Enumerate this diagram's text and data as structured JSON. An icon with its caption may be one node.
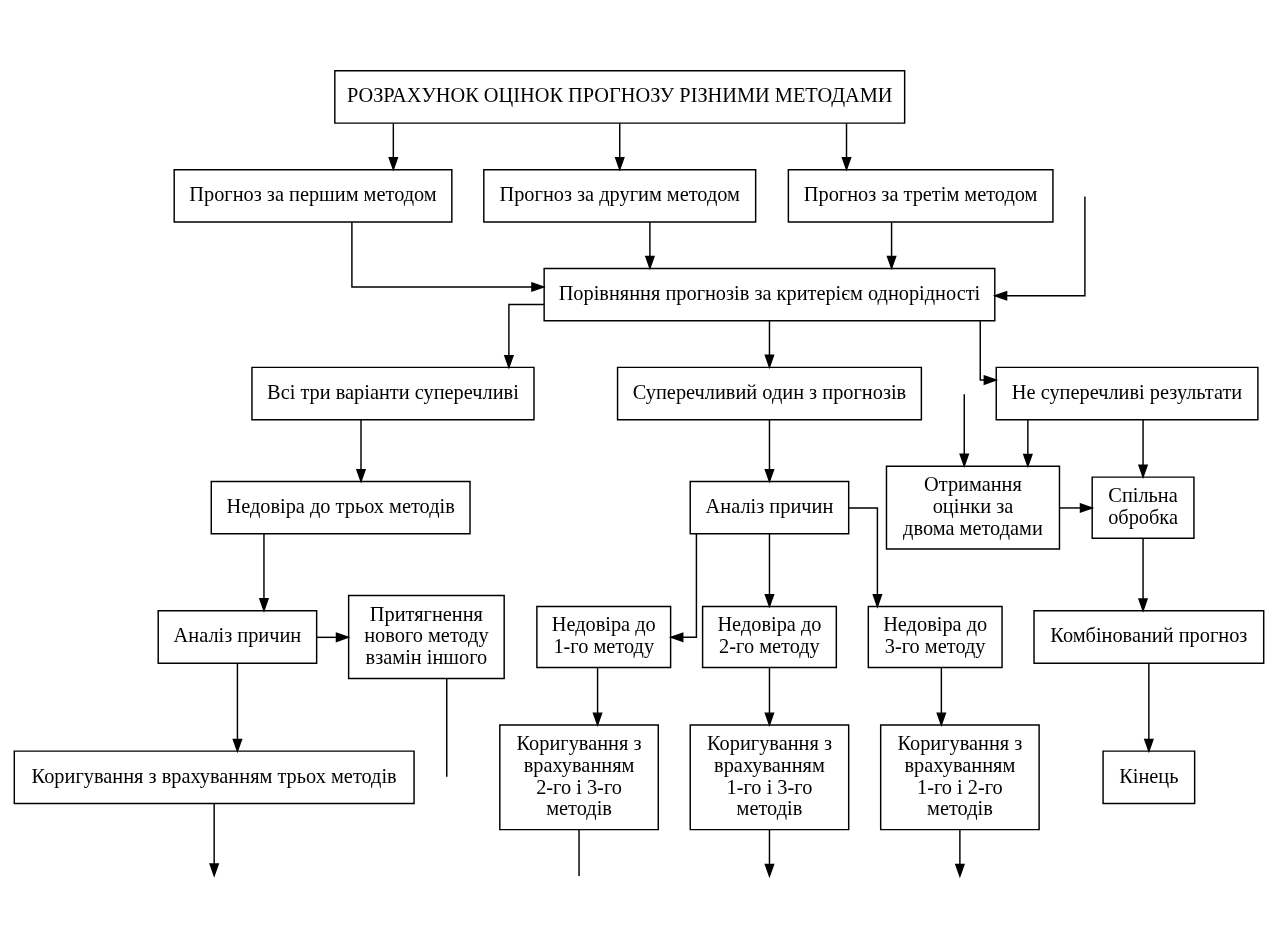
{
  "diagram": {
    "nodes": [
      {
        "text": [
          "РОЗРАХУНОК ОЦІНОК ПРОГНОЗУ РІЗНИМИ МЕТОДАМИ"
        ]
      },
      {
        "text": [
          "Прогноз за першим методом"
        ]
      },
      {
        "text": [
          "Прогноз за другим методом"
        ]
      },
      {
        "text": [
          "Прогноз за третім методом"
        ]
      },
      {
        "text": [
          "Порівняння прогнозів за критерієм однорідності"
        ]
      },
      {
        "text": [
          "Всі три варіанти суперечливі"
        ]
      },
      {
        "text": [
          "Суперечливий один з прогнозів"
        ]
      },
      {
        "text": [
          "Не суперечливі результати"
        ]
      },
      {
        "text": [
          "Недовіра до трьох методів"
        ]
      },
      {
        "text": [
          "Аналіз причин"
        ]
      },
      {
        "text": [
          "Отримання оцінки за двома методами"
        ]
      },
      {
        "text": [
          "Спільна обробка"
        ]
      },
      {
        "text": [
          "Аналіз причин"
        ]
      },
      {
        "text": [
          "Притягнення нового методу взамін іншого"
        ]
      },
      {
        "text": [
          "Недовіра до 1-го методу"
        ]
      },
      {
        "text": [
          "Недовіра до 2-го методу"
        ]
      },
      {
        "text": [
          "Недовіра до 3-го методу"
        ]
      },
      {
        "text": [
          "Комбінований прогноз"
        ]
      },
      {
        "text": [
          "Коригування з врахуванням трьох методів"
        ]
      },
      {
        "text": [
          "Коригування з врахуванням 2-го і 3-го методів"
        ]
      },
      {
        "text": [
          "Коригування з врахуванням 1-го і 3-го методів"
        ]
      },
      {
        "text": [
          "Коригування з врахуванням 1-го і 2-го методів"
        ]
      },
      {
        "text": [
          "Кінець"
        ]
      }
    ],
    "edges": [
      {
        "from": 0,
        "to": 1,
        "arrow": "to"
      },
      {
        "from": 0,
        "to": 2,
        "arrow": "to"
      },
      {
        "from": 0,
        "to": 3,
        "arrow": "to"
      },
      {
        "from": 1,
        "to": 4,
        "arrow": "to"
      },
      {
        "from": 2,
        "to": 4,
        "arrow": "to"
      },
      {
        "from": 3,
        "to": 4,
        "arrow": "to"
      },
      {
        "from": 4,
        "to": 5,
        "arrow": "to"
      },
      {
        "from": 4,
        "to": 6,
        "arrow": "to"
      },
      {
        "from": 4,
        "to": 7,
        "arrow": "to"
      },
      {
        "from": 5,
        "to": 8,
        "arrow": "to"
      },
      {
        "from": 6,
        "to": 9,
        "arrow": "to"
      },
      {
        "from": 7,
        "to": 10,
        "arrow": "to"
      },
      {
        "from": 7,
        "to": 11,
        "arrow": "to"
      },
      {
        "from": 8,
        "to": 12,
        "arrow": "to"
      },
      {
        "from": 12,
        "to": 13,
        "arrow": "to"
      },
      {
        "from": 12,
        "to": 18,
        "arrow": "to"
      },
      {
        "from": 9,
        "to": 14,
        "arrow": "to"
      },
      {
        "from": 9,
        "to": 15,
        "arrow": "to"
      },
      {
        "from": 9,
        "to": 16,
        "arrow": "to"
      },
      {
        "from": 10,
        "to": 11,
        "arrow": "to"
      },
      {
        "from": 11,
        "to": 17,
        "arrow": "to"
      },
      {
        "from": 17,
        "to": 22,
        "arrow": "to"
      },
      {
        "from": 14,
        "to": 19,
        "arrow": "to"
      },
      {
        "from": 15,
        "to": 20,
        "arrow": "to"
      },
      {
        "from": 16,
        "to": 21,
        "arrow": "to"
      },
      {
        "from": 18,
        "to": null,
        "arrow": "to"
      },
      {
        "from": 13,
        "to": null,
        "arrow": "none"
      },
      {
        "from": 19,
        "to": null,
        "arrow": "none"
      },
      {
        "from": 20,
        "to": null,
        "arrow": "to"
      },
      {
        "from": 21,
        "to": null,
        "arrow": "to"
      },
      {
        "from": null,
        "to": 10,
        "arrow": "to"
      },
      {
        "from": null,
        "to": 4,
        "arrow": "to"
      }
    ]
  }
}
